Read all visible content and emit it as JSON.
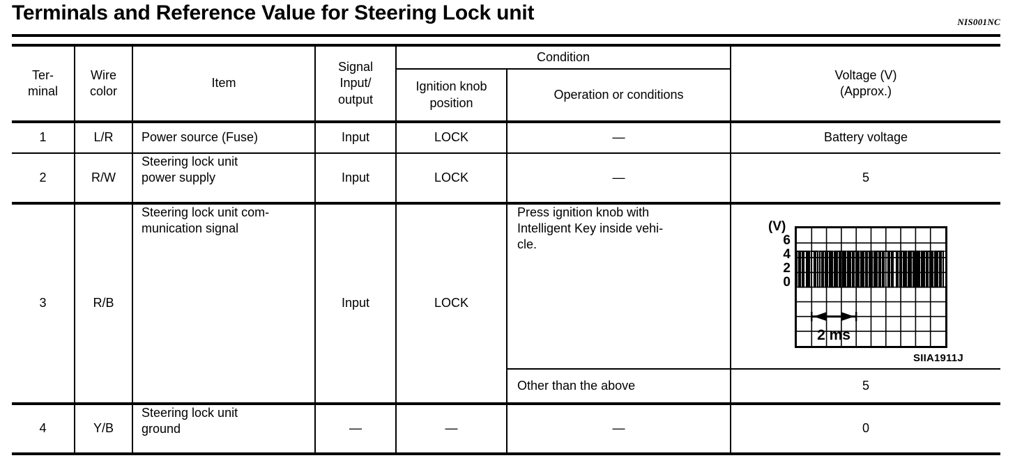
{
  "title": "Terminals and Reference Value for Steering Lock unit",
  "doc_code": "NIS001NC",
  "table": {
    "headers": {
      "terminal": "Ter-\nminal",
      "terminal_line1": "Ter-",
      "terminal_line2": "minal",
      "wire_color_line1": "Wire",
      "wire_color_line2": "color",
      "item": "Item",
      "signal_line1": "Signal",
      "signal_line2": "Input/",
      "signal_line3": "output",
      "condition": "Condition",
      "ignition_line1": "Ignition knob",
      "ignition_line2": "position",
      "operation": "Operation or conditions",
      "voltage_line1": "Voltage (V)",
      "voltage_line2": "(Approx.)"
    },
    "rows": [
      {
        "terminal": "1",
        "wire_color": "L/R",
        "item": "Power source (Fuse)",
        "signal": "Input",
        "ignition": "LOCK",
        "operation": "—",
        "voltage": "Battery voltage"
      },
      {
        "terminal": "2",
        "wire_color": "R/W",
        "item_line1": "Steering lock unit",
        "item_line2": "power supply",
        "signal": "Input",
        "ignition": "LOCK",
        "operation": "—",
        "voltage": "5"
      },
      {
        "terminal": "3",
        "wire_color": "R/B",
        "item_line1": "Steering lock unit com-",
        "item_line2": "munication signal",
        "signal": "Input",
        "ignition": "LOCK",
        "operation_line1": "Press ignition knob with",
        "operation_line2": "Intelligent Key inside vehi-",
        "operation_line3": "cle.",
        "operation_alt": "Other than the above",
        "voltage_alt": "5"
      },
      {
        "terminal": "4",
        "wire_color": "Y/B",
        "item_line1": "Steering lock unit",
        "item_line2": "ground",
        "signal": "—",
        "ignition": "—",
        "operation": "—",
        "voltage": "0"
      }
    ]
  },
  "waveform": {
    "unit_label": "(V)",
    "y_ticks": [
      "6",
      "4",
      "2",
      "0"
    ],
    "time_label": "2 ms",
    "figure_id": "SIIA1911J",
    "grid_cols": 10,
    "grid_rows": 8,
    "signal_high_row": 2,
    "signal_low_row": 5
  }
}
